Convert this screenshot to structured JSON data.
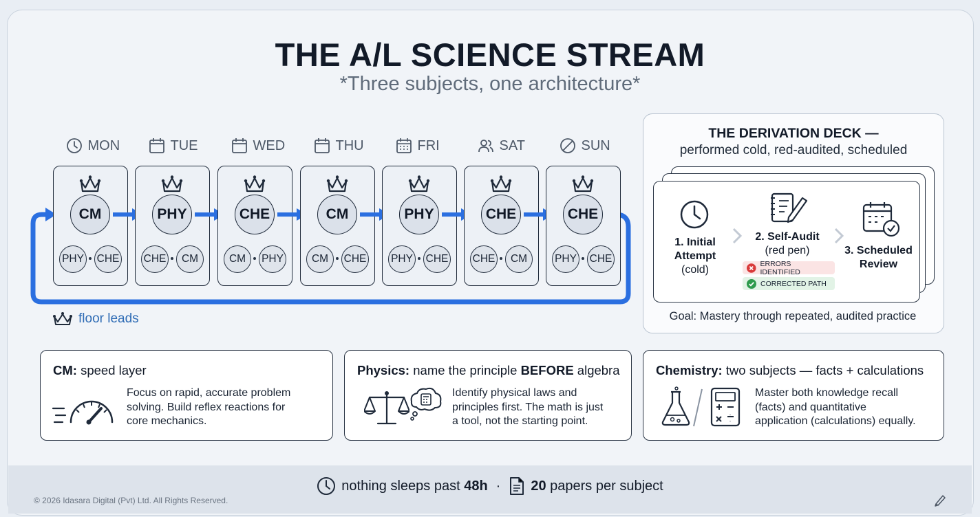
{
  "title": "THE A/L SCIENCE STREAM",
  "subtitle": "*Three subjects, one architecture*",
  "week": {
    "days": [
      {
        "day": "MON",
        "icon": "clock-icon",
        "lead": "CM",
        "sub1": "PHY",
        "sub2": "CHE"
      },
      {
        "day": "TUE",
        "icon": "calendar-icon",
        "lead": "PHY",
        "sub1": "CHE",
        "sub2": "CM"
      },
      {
        "day": "WED",
        "icon": "calendar-icon",
        "lead": "CHE",
        "sub1": "CM",
        "sub2": "PHY"
      },
      {
        "day": "THU",
        "icon": "calendar-icon",
        "lead": "CM",
        "sub1": "CM",
        "sub2": "CHE"
      },
      {
        "day": "FRI",
        "icon": "calendar-grid-icon",
        "lead": "PHY",
        "sub1": "PHY",
        "sub2": "CHE"
      },
      {
        "day": "SAT",
        "icon": "people-icon",
        "lead": "CHE",
        "sub1": "CHE",
        "sub2": "CM"
      },
      {
        "day": "SUN",
        "icon": "no-entry-icon",
        "lead": "CHE",
        "sub1": "PHY",
        "sub2": "CHE"
      }
    ],
    "legend": "floor leads",
    "accent_color": "#2b6fe0"
  },
  "deck": {
    "title": "THE DERIVATION DECK —",
    "subtitle": "performed cold, red-audited, scheduled",
    "step1_title": "1. Initial",
    "step1_title2": "Attempt",
    "step1_note": "(cold)",
    "step2_title": "2. Self-Audit",
    "step2_note": "(red pen)",
    "tag_error": "ERRORS IDENTIFIED",
    "tag_ok": "CORRECTED PATH",
    "step3_title": "3. Scheduled",
    "step3_title2": "Review",
    "goal": "Goal: Mastery through repeated, audited practice"
  },
  "cards": {
    "cm": {
      "name": "CM:",
      "head": " speed layer",
      "lines": [
        "Focus on rapid, accurate problem",
        "solving. Build reflex reactions for",
        "core mechanics."
      ]
    },
    "physics": {
      "name": "Physics:",
      "head": " name the principle ",
      "head_bold": "BEFORE",
      "head_end": " algebra",
      "lines": [
        "Identify physical laws and",
        "principles first. The math is just",
        "a tool, not the starting point."
      ]
    },
    "chemistry": {
      "name": "Chemistry:",
      "head": " two subjects — facts + calculations",
      "lines": [
        "Master both knowledge recall",
        "(facts) and quantitative",
        "application (calculations) equally."
      ]
    }
  },
  "footer": {
    "part1": "nothing sleeps past ",
    "part1_bold": "48h",
    "sep": "·",
    "part2_bold": "20",
    "part2": " papers per subject",
    "copyright": "© 2026 Idasara Digital (Pvt) Ltd. All Rights Reserved."
  }
}
